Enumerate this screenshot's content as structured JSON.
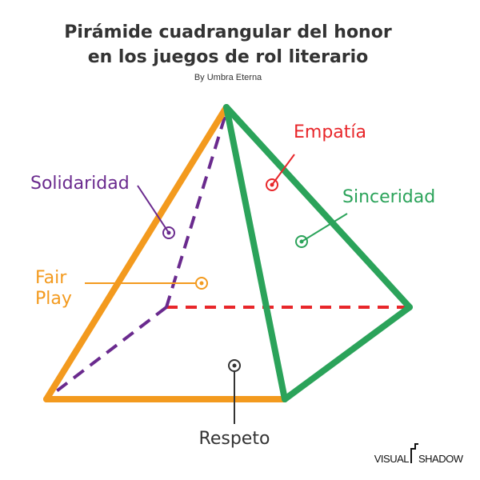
{
  "header": {
    "title_line1": "Pirámide cuadrangular del honor",
    "title_line2": "en los juegos de rol literario",
    "byline": "By Umbra Eterna"
  },
  "labels": {
    "empatia": "Empatía",
    "solidaridad": "Solidaridad",
    "sinceridad": "Sinceridad",
    "fair_play_line1": "Fair",
    "fair_play_line2": "Play",
    "respeto": "Respeto"
  },
  "logo": {
    "left": "VISUAL",
    "right": "SHADOW"
  },
  "colors": {
    "title": "#333333",
    "empatia": "#e8262a",
    "solidaridad": "#6a2a8e",
    "sinceridad": "#2ba35a",
    "fair_play": "#f39a1e",
    "respeto": "#333333"
  }
}
